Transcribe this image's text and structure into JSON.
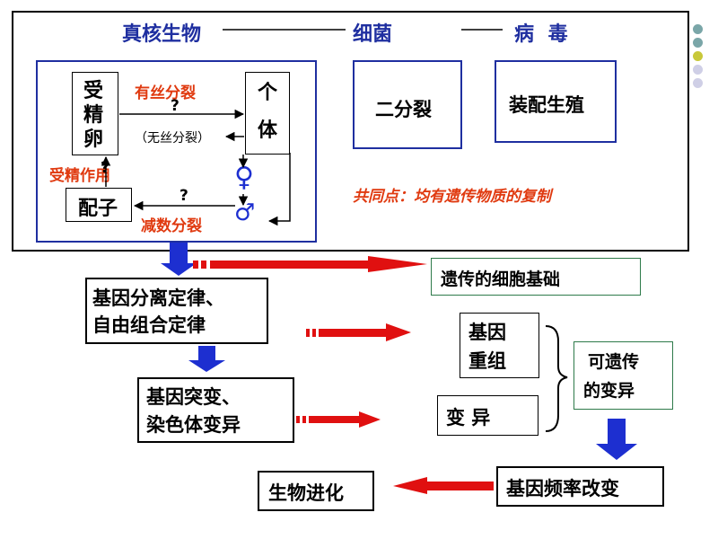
{
  "top": {
    "organisms": [
      "真核生物",
      "细菌",
      "病 毒"
    ],
    "receiver": [
      "受",
      "精",
      "卵"
    ],
    "individual": [
      "个",
      "体"
    ],
    "mitosis": "有丝分裂",
    "q1": "?",
    "amitosis": "（无丝分裂）",
    "fertilization": "受精作用",
    "q2": "?",
    "gamete": "配子",
    "female": "♀",
    "q3": "?",
    "male": "♂",
    "meiosis": "减数分裂",
    "binary_fission": "二分裂",
    "assembly": "装配生殖",
    "common_point": "共同点：均有遗传物质的复制"
  },
  "middle": {
    "cell_basis": "遗传的细胞基础",
    "laws": [
      "基因分离定律、",
      "自由组合定律"
    ],
    "recombination": [
      "基因",
      "重组"
    ],
    "mutation": [
      "基因突变、",
      "染色体变异"
    ],
    "variation": "变    异",
    "heritable": [
      "可遗传",
      "的变异"
    ]
  },
  "bottom": {
    "evolution": "生物进化",
    "freq_change": "基因频率改变"
  },
  "colors": {
    "purple": "#6b3b8c",
    "teal": "#7aa6a8",
    "olive": "#c8c83a",
    "lavender": "#cfcfe6",
    "arrow_red": "#e01010",
    "arrow_blue": "#1d2fd0"
  }
}
